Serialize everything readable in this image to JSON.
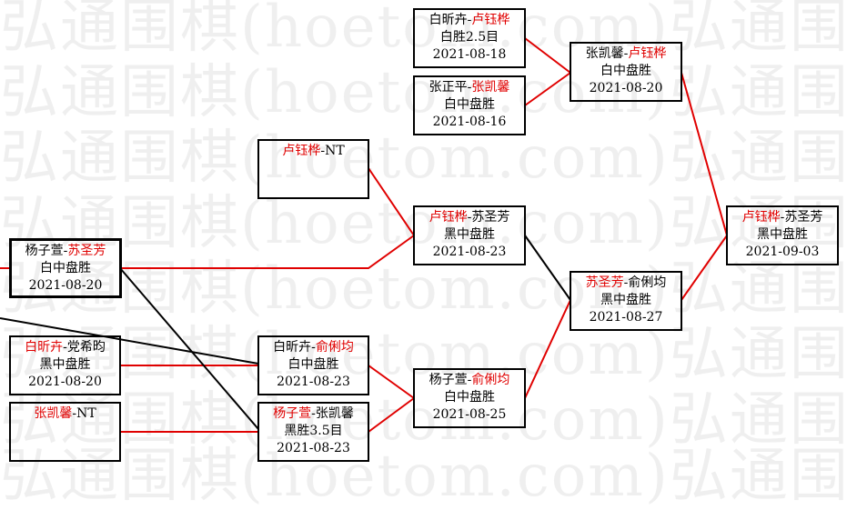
{
  "watermark": "弘通围棋(hoetom.com)弘通围棋",
  "colors": {
    "winner": "#e00000",
    "text": "#000000",
    "line_win": "#e00000",
    "line_lose": "#000000"
  },
  "matches": [
    {
      "p1": "杨子萱",
      "p2": "苏圣芳",
      "winner": 2,
      "result": "白中盘胜",
      "date": "2021-08-20"
    },
    {
      "p1": "白昕卉",
      "p2": "党希昀",
      "winner": 1,
      "result": "黑中盘胜",
      "date": "2021-08-20"
    },
    {
      "p1": "张凯馨",
      "p2": "NT",
      "winner": 1,
      "result": "",
      "date": ""
    },
    {
      "p1": "卢钰桦",
      "p2": "NT",
      "winner": 1,
      "result": "",
      "date": ""
    },
    {
      "p1": "白昕卉",
      "p2": "俞俐均",
      "winner": 2,
      "result": "白中盘胜",
      "date": "2021-08-23"
    },
    {
      "p1": "杨子萱",
      "p2": "张凯馨",
      "winner": 1,
      "result": "黑胜3.5目",
      "date": "2021-08-23"
    },
    {
      "p1": "卢钰桦",
      "p2": "苏圣芳",
      "winner": 1,
      "result": "黑中盘胜",
      "date": "2021-08-23"
    },
    {
      "p1": "杨子萱",
      "p2": "俞俐均",
      "winner": 2,
      "result": "白中盘胜",
      "date": "2021-08-25"
    },
    {
      "p1": "白昕卉",
      "p2": "卢钰桦",
      "winner": 2,
      "result": "白胜2.5目",
      "date": "2021-08-18"
    },
    {
      "p1": "张正平",
      "p2": "张凯馨",
      "winner": 2,
      "result": "白中盘胜",
      "date": "2021-08-16"
    },
    {
      "p1": "张凯馨",
      "p2": "卢钰桦",
      "winner": 2,
      "result": "白中盘胜",
      "date": "2021-08-20"
    },
    {
      "p1": "苏圣芳",
      "p2": "俞俐均",
      "winner": 1,
      "result": "黑中盘胜",
      "date": "2021-08-27"
    },
    {
      "p1": "卢钰桦",
      "p2": "苏圣芳",
      "winner": 1,
      "result": "黑中盘胜",
      "date": "2021-09-03"
    }
  ]
}
